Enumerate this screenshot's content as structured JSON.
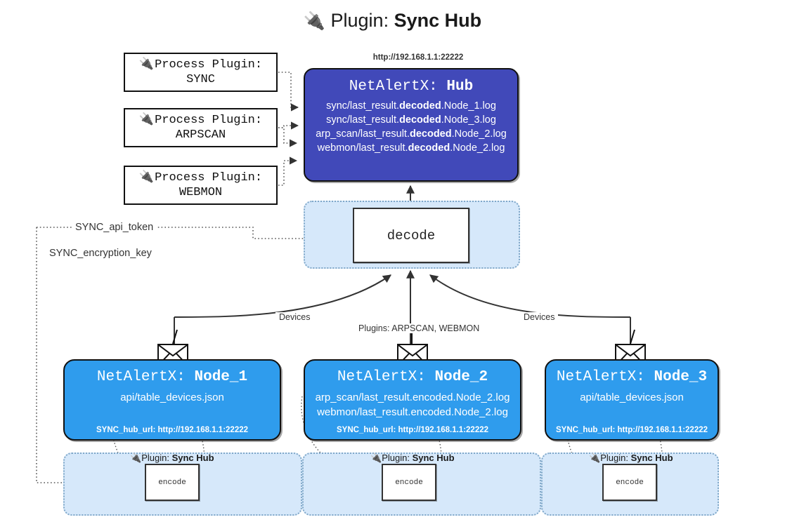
{
  "title": {
    "icon": "plug-icon",
    "prefix": "Plugin:",
    "name": "Sync Hub"
  },
  "process_plugins": [
    {
      "icon": "plug-icon",
      "line1": "Process Plugin:",
      "line2": "SYNC"
    },
    {
      "icon": "plug-icon",
      "line1": "Process Plugin:",
      "line2": "ARPSCAN"
    },
    {
      "icon": "plug-icon",
      "line1": "Process Plugin:",
      "line2": "WEBMON"
    }
  ],
  "hub": {
    "url": "http://192.168.1.1:22222",
    "title_prefix": "NetAlertX:",
    "title_name": "Hub",
    "logs": [
      {
        "pre": "sync/last_result.",
        "bold": "decoded",
        "post": ".Node_1.log"
      },
      {
        "pre": "sync/last_result.",
        "bold": "decoded",
        "post": ".Node_3.log"
      },
      {
        "pre": "arp_scan/last_result.",
        "bold": "decoded",
        "post": ".Node_2.log"
      },
      {
        "pre": "webmon/last_result.",
        "bold": "decoded",
        "post": ".Node_2.log"
      }
    ]
  },
  "decode": {
    "label": "decode"
  },
  "tokens": {
    "api_token": "SYNC_api_token",
    "encryption_key": "SYNC_encryption_key"
  },
  "edge_labels": {
    "devices_left": "Devices",
    "devices_right": "Devices",
    "plugins_center": "Plugins: ARPSCAN, WEBMON"
  },
  "nodes": [
    {
      "title_prefix": "NetAlertX:",
      "title_name": "Node_1",
      "lines": [
        "api/table_devices.json"
      ],
      "hub_url_label": "SYNC_hub_url: http://192.168.1.1:22222",
      "envelope_icon": "envelope-icon"
    },
    {
      "title_prefix": "NetAlertX:",
      "title_name": "Node_2",
      "lines": [
        "arp_scan/last_result.encoded.Node_2.log",
        "webmon/last_result.encoded.Node_2.log"
      ],
      "hub_url_label": "SYNC_hub_url: http://192.168.1.1:22222",
      "envelope_icon": "envelope-icon"
    },
    {
      "title_prefix": "NetAlertX:",
      "title_name": "Node_3",
      "lines": [
        "api/table_devices.json"
      ],
      "hub_url_label": "SYNC_hub_url: http://192.168.1.1:22222",
      "envelope_icon": "envelope-icon"
    }
  ],
  "encode_groups": [
    {
      "plugin_icon": "plug-icon",
      "plugin_prefix": "Plugin:",
      "plugin_name": "Sync Hub",
      "box_label": "encode"
    },
    {
      "plugin_icon": "plug-icon",
      "plugin_prefix": "Plugin:",
      "plugin_name": "Sync Hub",
      "box_label": "encode"
    },
    {
      "plugin_icon": "plug-icon",
      "plugin_prefix": "Plugin:",
      "plugin_name": "Sync Hub",
      "box_label": "encode"
    }
  ],
  "colors": {
    "hub_fill": "#4149b9",
    "node_fill": "#2f9ced",
    "group_fill": "#d6e8fa",
    "group_border": "#7fa7c8",
    "stroke": "#111111",
    "text_dark": "#333333"
  }
}
